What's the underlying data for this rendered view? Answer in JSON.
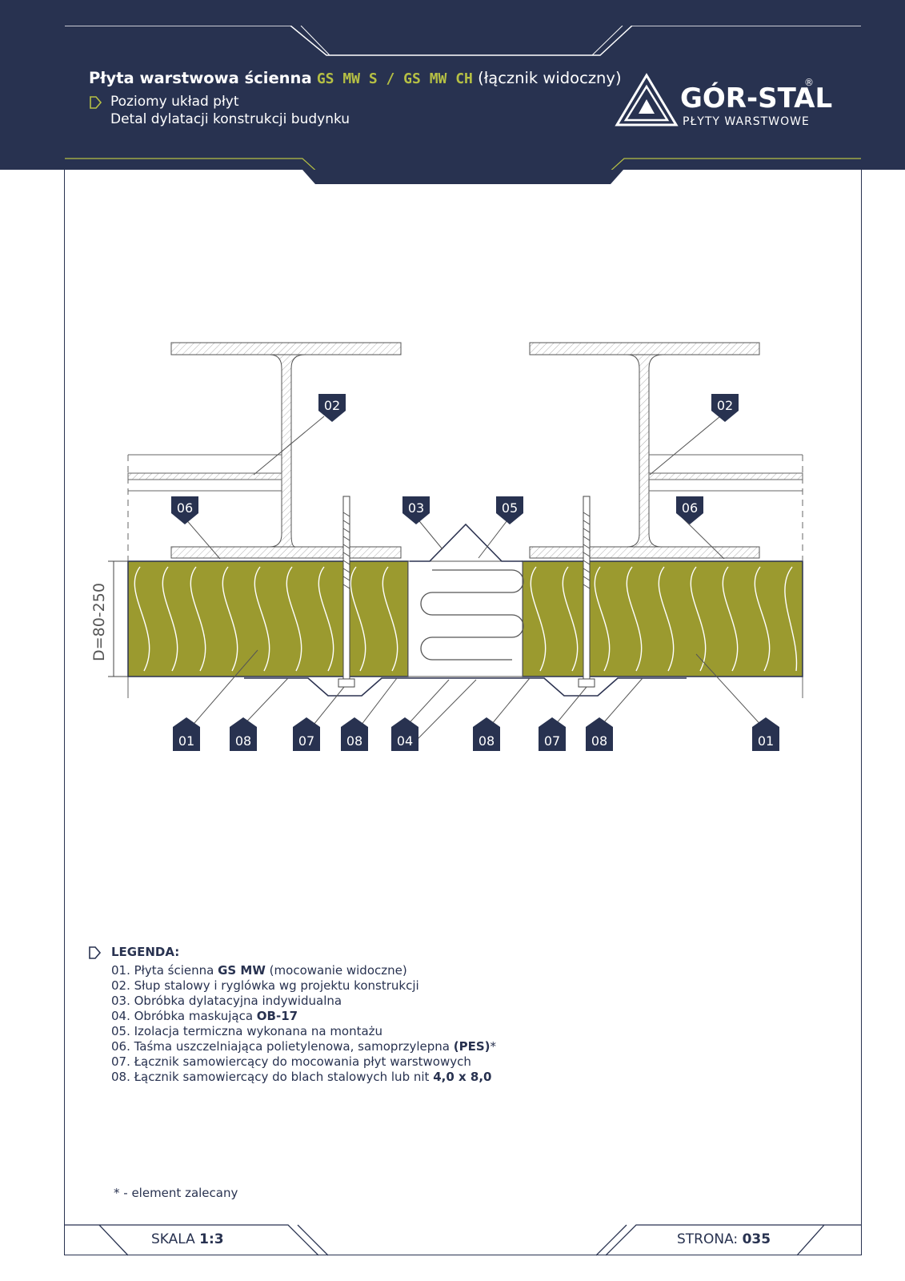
{
  "header": {
    "title_prefix": "Płyta warstwowa ścienna",
    "title_code": "GS MW S / GS MW CH",
    "title_suffix": "(łącznik widoczny)",
    "subtitle_1": "Poziomy układ płyt",
    "subtitle_2": "Detal dylatacji konstrukcji budynku"
  },
  "logo": {
    "name": "GÓR-STAL",
    "tagline": "PŁYTY WARSTWOWE",
    "registered": "®"
  },
  "drawing": {
    "dimension_label": "D=80-250",
    "tags_top": [
      "02",
      "02",
      "06",
      "03",
      "05",
      "06"
    ],
    "tags_bottom": [
      "01",
      "08",
      "07",
      "08",
      "04",
      "08",
      "07",
      "08",
      "01"
    ]
  },
  "legend": {
    "title": "LEGENDA:",
    "items": [
      {
        "pre": "01. Płyta ścienna ",
        "bold": "GS MW",
        "post": " (mocowanie widoczne)"
      },
      {
        "pre": "02. Słup stalowy i ryglówka wg projektu konstrukcji",
        "bold": "",
        "post": ""
      },
      {
        "pre": "03. Obróbka dylatacyjna indywidualna",
        "bold": "",
        "post": ""
      },
      {
        "pre": "04. Obróbka maskująca ",
        "bold": "OB-17",
        "post": ""
      },
      {
        "pre": "05. Izolacja termiczna wykonana na montażu",
        "bold": "",
        "post": ""
      },
      {
        "pre": "06. Taśma uszczelniająca polietylenowa, samoprzylepna ",
        "bold": "(PES)",
        "post": "*"
      },
      {
        "pre": "07. Łącznik samowiercący do mocowania płyt warstwowych",
        "bold": "",
        "post": ""
      },
      {
        "pre": "08. Łącznik samowiercący do blach stalowych lub nit ",
        "bold": "4,0 x 8,0",
        "post": ""
      }
    ]
  },
  "note": "* -  element zalecany",
  "footer": {
    "scale_label": "SKALA",
    "scale_value": "1:3",
    "page_label": "STRONA:",
    "page_value": "035"
  },
  "colors": {
    "navy": "#283250",
    "accent": "#b6c044",
    "insulation": "#9b9a2f"
  }
}
